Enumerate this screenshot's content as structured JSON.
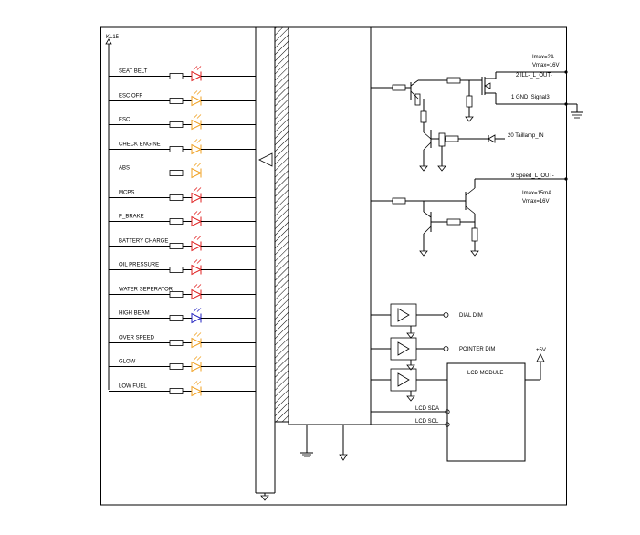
{
  "supply": {
    "kl15": "KL15",
    "plus5v": "+5V"
  },
  "indicators": [
    {
      "label": "SEAT BELT",
      "color": "#e02020"
    },
    {
      "label": "ESC OFF",
      "color": "#f0a020"
    },
    {
      "label": "ESC",
      "color": "#f0a020"
    },
    {
      "label": "CHECK ENGINE",
      "color": "#f0a020"
    },
    {
      "label": "ABS",
      "color": "#f0a020"
    },
    {
      "label": "MCPS",
      "color": "#e02020"
    },
    {
      "label": "P_BRAKE",
      "color": "#e02020"
    },
    {
      "label": "BATTERY CHARGE",
      "color": "#e02020"
    },
    {
      "label": "OIL PRESSURE",
      "color": "#e02020"
    },
    {
      "label": "WATER SEPERATOR",
      "color": "#e02020"
    },
    {
      "label": "HIGH BEAM",
      "color": "#2020c0"
    },
    {
      "label": "OVER SPEED",
      "color": "#f0a020"
    },
    {
      "label": "GLOW",
      "color": "#f0a020"
    },
    {
      "label": "LOW FUEL",
      "color": "#f0a020"
    }
  ],
  "outputs": {
    "imax_2a": "Imax=2A",
    "vmax_16v_a": "Vmax=16V",
    "ill_out": "2 ILL-_L_OUT-",
    "gnd_signal": "1 GND_Signal3",
    "taillamp_in": "20 Taillamp_IN",
    "speed_out": "9 Speed_L_OUT-",
    "imax_15ma": "Imax=15mA",
    "vmax_16v_b": "Vmax=16V"
  },
  "dimming": {
    "dial_dim": "DIAL DIM",
    "pointer_dim": "POINTER DIM"
  },
  "lcd": {
    "module": "LCD MODULE",
    "sda": "LCD SDA",
    "scl": "LCD SCL"
  }
}
